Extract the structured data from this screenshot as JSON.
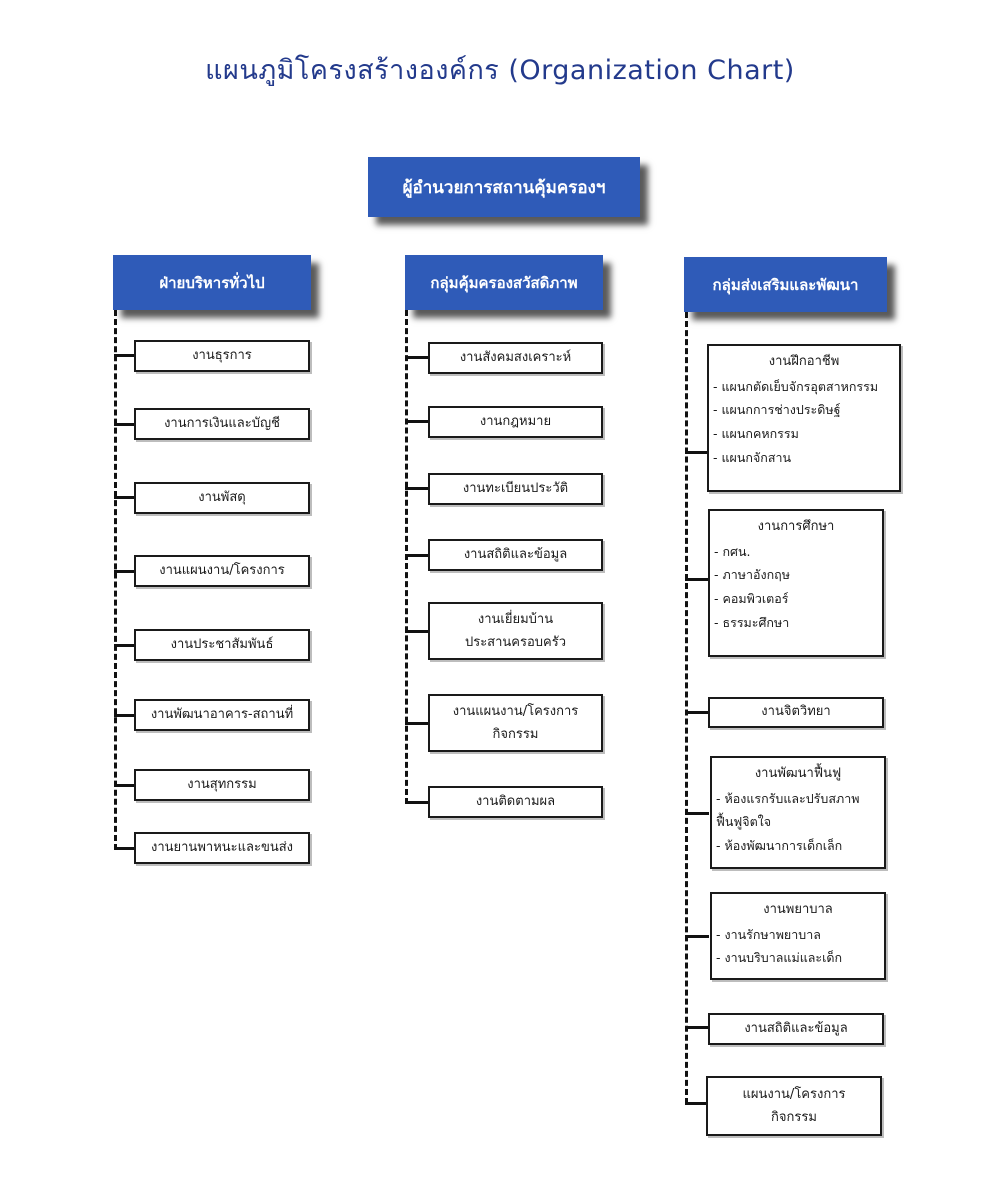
{
  "title": "แผนภูมิโครงสร้างองค์กร (Organization  Chart)",
  "top": "ผู้อำนวยการสถานคุ้มครองฯ",
  "col1": {
    "head": "ฝ่ายบริหารทั่วไป",
    "items": [
      "งานธุรการ",
      "งานการเงินและบัญชี",
      "งานพัสดุ",
      "งานแผนงาน/โครงการ",
      "งานประชาสัมพันธ์",
      "งานพัฒนาอาคาร-สถานที่",
      "งานสุทกรรม",
      "งานยานพาหนะและขนส่ง"
    ]
  },
  "col2": {
    "head": "กลุ่มคุ้มครองสวัสดิภาพ",
    "items": [
      "งานสังคมสงเคราะห์",
      "งานกฎหมาย",
      "งานทะเบียนประวัติ",
      "งานสถิติและข้อมูล",
      "งานเยี่ยมบ้าน",
      "ประสานครอบครัว",
      "งานแผนงาน/โครงการ",
      "กิจกรรม",
      "งานติดตามผล"
    ]
  },
  "col3": {
    "head": "กลุ่มส่งเสริมและพัฒนา",
    "vocational": {
      "head": "งานฝึกอาชีพ",
      "items": [
        "- แผนกตัดเย็บจักรอุตสาหกรรม",
        "- แผนกการช่างประดิษฐ์",
        "- แผนกคหกรรม",
        "- แผนกจักสาน"
      ]
    },
    "education": {
      "head": "งานการศึกษา",
      "items": [
        "- กศน.",
        "- ภาษาอังกฤษ",
        "- คอมพิวเตอร์",
        "- ธรรมะศึกษา"
      ]
    },
    "psychology": "งานจิตวิทยา",
    "rehab": {
      "head": "งานพัฒนาฟื้นฟู",
      "items": [
        "- ห้องแรกรับและปรับสภาพ",
        "  ฟื้นฟูจิตใจ",
        "- ห้องพัฒนาการเด็กเล็ก"
      ]
    },
    "nursing": {
      "head": "งานพยาบาล",
      "items": [
        "- งานรักษาพยาบาล",
        "- งานบริบาลแม่และเด็ก"
      ]
    },
    "stats": "งานสถิติและข้อมูล",
    "plan": [
      "แผนงาน/โครงการ",
      "กิจกรรม"
    ]
  }
}
